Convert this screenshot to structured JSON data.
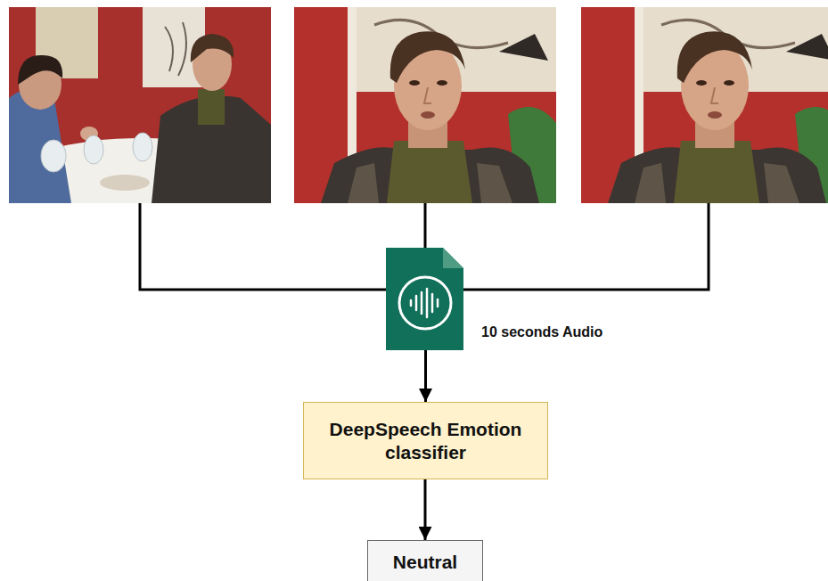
{
  "diagram": {
    "nodes": [
      {
        "text": [
          "10 seconds Audio"
        ]
      },
      {
        "text": [
          "DeepSpeech Emotion classifier"
        ]
      },
      {
        "text": [
          "Neutral"
        ]
      }
    ],
    "edges": [
      {
        "from": 0,
        "to": 1,
        "arrow": "to"
      },
      {
        "from": 1,
        "to": 2,
        "arrow": "to"
      }
    ]
  }
}
